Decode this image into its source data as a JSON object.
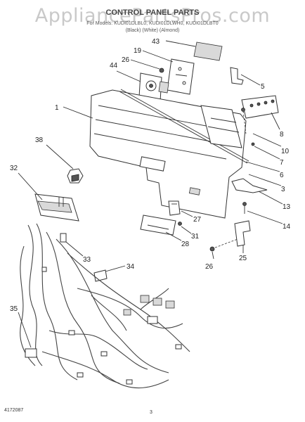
{
  "watermark": "AppliancePartsPros.com",
  "title": "CONTROL PANEL PARTS",
  "subtitle": {
    "models": "For Models: KUDI01DLBL0, KUDI01DLWH0, KUDI01DLBT0",
    "colors": "(Black)        (White)     (Almond)"
  },
  "callouts": [
    {
      "id": "43",
      "label": "43"
    },
    {
      "id": "19",
      "label": "19"
    },
    {
      "id": "26a",
      "label": "26"
    },
    {
      "id": "44",
      "label": "44"
    },
    {
      "id": "5",
      "label": "5"
    },
    {
      "id": "1",
      "label": "1"
    },
    {
      "id": "8",
      "label": "8"
    },
    {
      "id": "38",
      "label": "38"
    },
    {
      "id": "10",
      "label": "10"
    },
    {
      "id": "7",
      "label": "7"
    },
    {
      "id": "6",
      "label": "6"
    },
    {
      "id": "32",
      "label": "32"
    },
    {
      "id": "3",
      "label": "3"
    },
    {
      "id": "13",
      "label": "13"
    },
    {
      "id": "27",
      "label": "27"
    },
    {
      "id": "14",
      "label": "14"
    },
    {
      "id": "31",
      "label": "31"
    },
    {
      "id": "28",
      "label": "28"
    },
    {
      "id": "25",
      "label": "25"
    },
    {
      "id": "33",
      "label": "33"
    },
    {
      "id": "26b",
      "label": "26"
    },
    {
      "id": "34",
      "label": "34"
    },
    {
      "id": "35",
      "label": "35"
    }
  ],
  "footer": {
    "part_number": "4172087",
    "page": "3"
  }
}
